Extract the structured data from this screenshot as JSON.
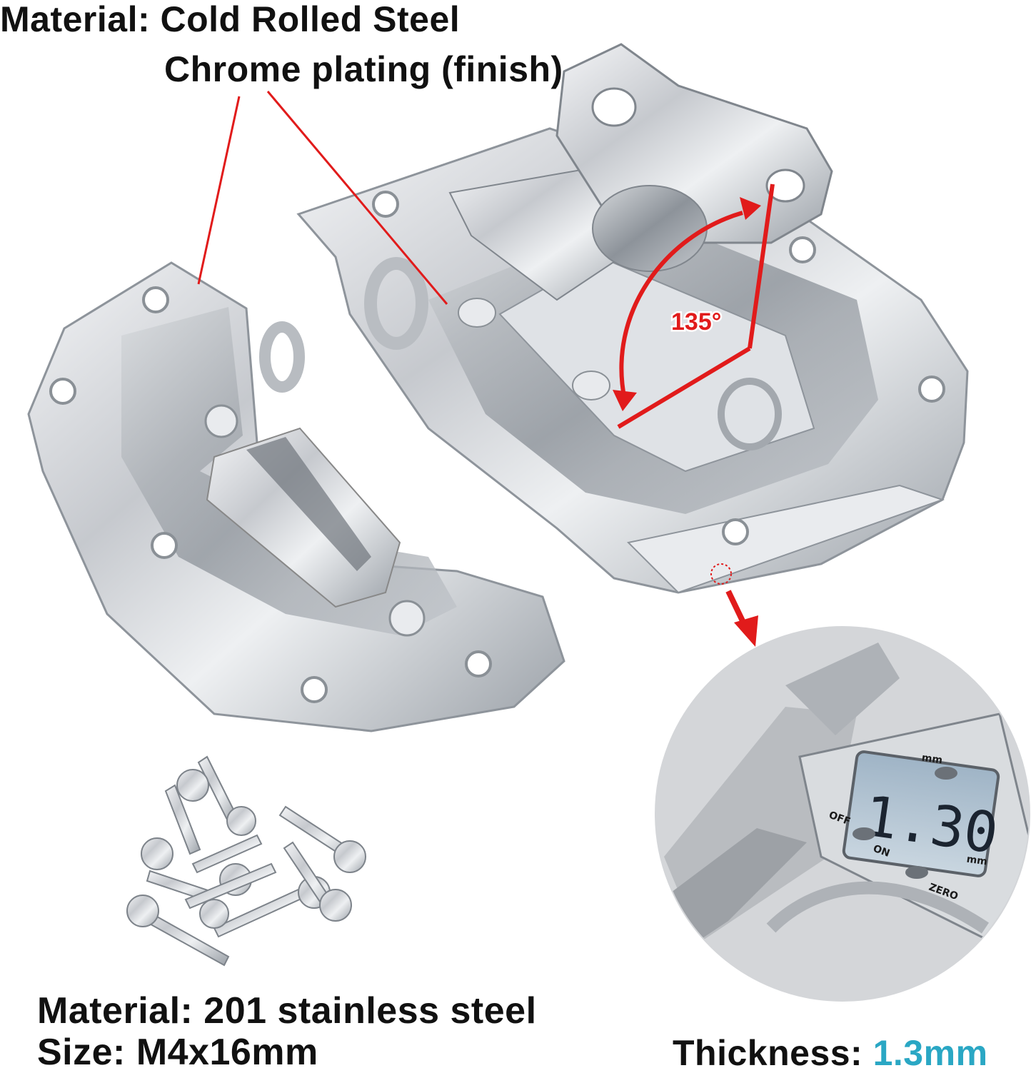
{
  "annotations": {
    "material_top": "Material: Cold Rolled Steel",
    "finish": "Chrome plating (finish)",
    "screw_material": "Material: 201 stainless steel",
    "screw_size": "Size: M4x16mm",
    "thickness_label": "Thickness: ",
    "thickness_value": "1.3mm",
    "angle": "135°"
  },
  "caliper": {
    "reading": "1.30",
    "unit": "mm",
    "unit_label": "mm",
    "off": "OFF",
    "on": "ON",
    "zero": "ZERO"
  },
  "colors": {
    "text": "#111111",
    "accent_blue": "#2aa7c4",
    "annotation_red": "#e11b1b",
    "metal": "#c9ccd0"
  }
}
